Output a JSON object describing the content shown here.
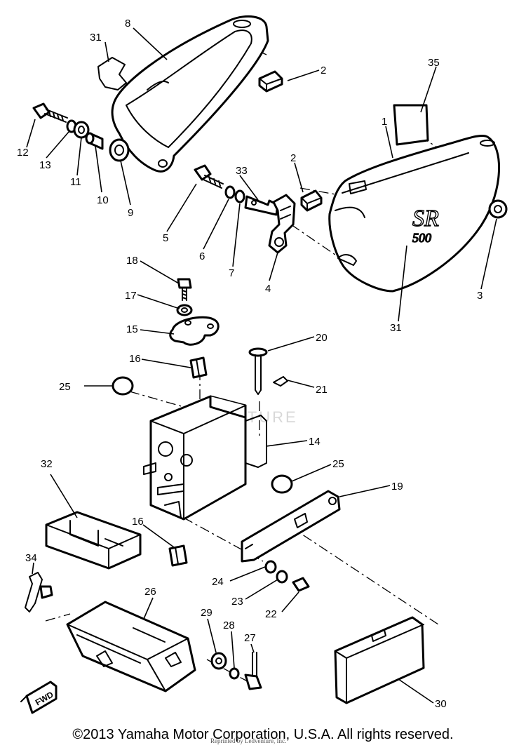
{
  "watermark": "ADVENTURE",
  "fwd_tag": "FWD",
  "decal_text": {
    "top": "SR",
    "bottom": "500"
  },
  "copyright": "©2013 Yamaha Motor Corporation, U.S.A. All rights reserved.",
  "reprint_note": "Reprinted by Ledventure, Inc.",
  "callouts": [
    {
      "id": "c31a",
      "text": "31"
    },
    {
      "id": "c8",
      "text": "8"
    },
    {
      "id": "c2a",
      "text": "2"
    },
    {
      "id": "c35",
      "text": "35"
    },
    {
      "id": "c1",
      "text": "1"
    },
    {
      "id": "c12",
      "text": "12"
    },
    {
      "id": "c13",
      "text": "13"
    },
    {
      "id": "c11",
      "text": "11"
    },
    {
      "id": "c10",
      "text": "10"
    },
    {
      "id": "c9",
      "text": "9"
    },
    {
      "id": "c33",
      "text": "33"
    },
    {
      "id": "c2b",
      "text": "2"
    },
    {
      "id": "c5",
      "text": "5"
    },
    {
      "id": "c6",
      "text": "6"
    },
    {
      "id": "c7",
      "text": "7"
    },
    {
      "id": "c4",
      "text": "4"
    },
    {
      "id": "c3",
      "text": "3"
    },
    {
      "id": "c31b",
      "text": "31"
    },
    {
      "id": "c18",
      "text": "18"
    },
    {
      "id": "c17",
      "text": "17"
    },
    {
      "id": "c15",
      "text": "15"
    },
    {
      "id": "c20",
      "text": "20"
    },
    {
      "id": "c16a",
      "text": "16"
    },
    {
      "id": "c21",
      "text": "21"
    },
    {
      "id": "c25a",
      "text": "25"
    },
    {
      "id": "c14",
      "text": "14"
    },
    {
      "id": "c25b",
      "text": "25"
    },
    {
      "id": "c19",
      "text": "19"
    },
    {
      "id": "c32",
      "text": "32"
    },
    {
      "id": "c16b",
      "text": "16"
    },
    {
      "id": "c24",
      "text": "24"
    },
    {
      "id": "c23",
      "text": "23"
    },
    {
      "id": "c22",
      "text": "22"
    },
    {
      "id": "c34",
      "text": "34"
    },
    {
      "id": "c26",
      "text": "26"
    },
    {
      "id": "c29",
      "text": "29"
    },
    {
      "id": "c28",
      "text": "28"
    },
    {
      "id": "c27",
      "text": "27"
    },
    {
      "id": "c30",
      "text": "30"
    }
  ]
}
